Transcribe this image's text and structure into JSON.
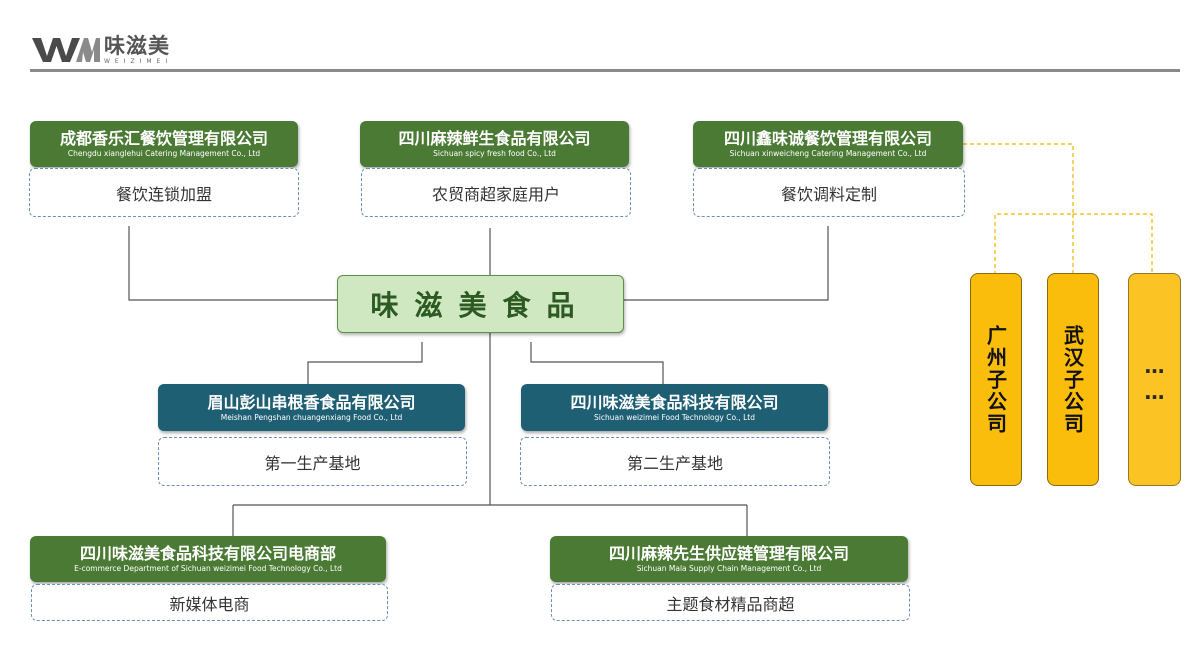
{
  "logo": {
    "mark": "WM",
    "cn": "味滋美",
    "en": "WEIZIMEI"
  },
  "center": {
    "label": "味滋美食品"
  },
  "companies": [
    {
      "id": "chengdu",
      "name": "成都香乐汇餐饮管理有限公司",
      "en": "Chengdu xianglehui Catering Management Co., Ltd",
      "biz": "餐饮连锁加盟"
    },
    {
      "id": "sichuan-fresh",
      "name": "四川麻辣鲜生食品有限公司",
      "en": "Sichuan spicy fresh food Co., Ltd",
      "biz": "农贸商超家庭用户"
    },
    {
      "id": "xinweicheng",
      "name": "四川鑫味诚餐饮管理有限公司",
      "en": "Sichuan xinweicheng Catering Management Co., Ltd",
      "biz": "餐饮调料定制"
    },
    {
      "id": "meishan",
      "name": "眉山彭山串根香食品有限公司",
      "en": "Meishan Pengshan chuangenxiang Food Co., Ltd",
      "biz": "第一生产基地"
    },
    {
      "id": "weizimei-tech",
      "name": "四川味滋美食品科技有限公司",
      "en": "Sichuan weizimei Food Technology Co., Ltd",
      "biz": "第二生产基地"
    },
    {
      "id": "ecommerce",
      "name": "四川味滋美食品科技有限公司电商部",
      "en": "E-commerce Department of Sichuan weizimei Food Technology Co., Ltd",
      "biz": "新媒体电商"
    },
    {
      "id": "supply",
      "name": "四川麻辣先生供应链管理有限公司",
      "en": "Sichuan Mala Supply Chain Management Co., Ltd",
      "biz": "主题食材精品商超"
    }
  ],
  "subsidiaries": [
    "广州子公司",
    "武汉子公司",
    "……"
  ],
  "colors": {
    "green": "#4b7a35",
    "teal": "#1f5f74",
    "center_fill": "#cfe8c1",
    "yellow": "#fbbd0c",
    "connector": "#555555",
    "dashed": "#f0b400"
  }
}
